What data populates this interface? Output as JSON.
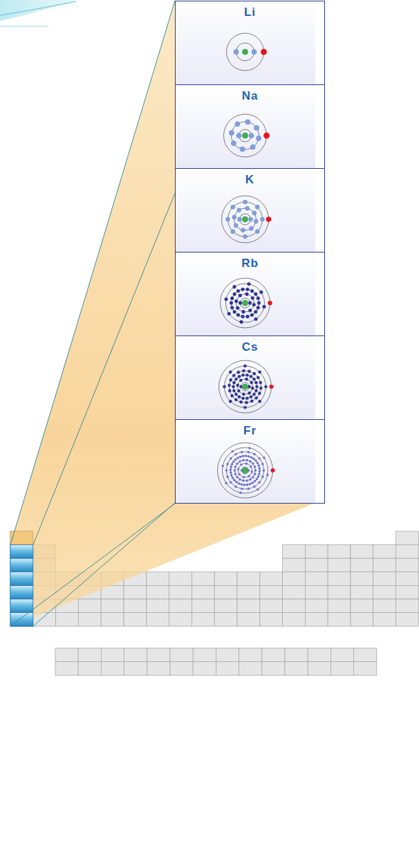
{
  "diagram": {
    "nodes": [
      {
        "text": [
          "Li"
        ]
      },
      {
        "text": [
          "Na"
        ]
      },
      {
        "text": [
          "K"
        ]
      },
      {
        "text": [
          "Rb"
        ]
      },
      {
        "text": [
          "Cs"
        ]
      },
      {
        "text": [
          "Fr"
        ]
      }
    ]
  }
}
